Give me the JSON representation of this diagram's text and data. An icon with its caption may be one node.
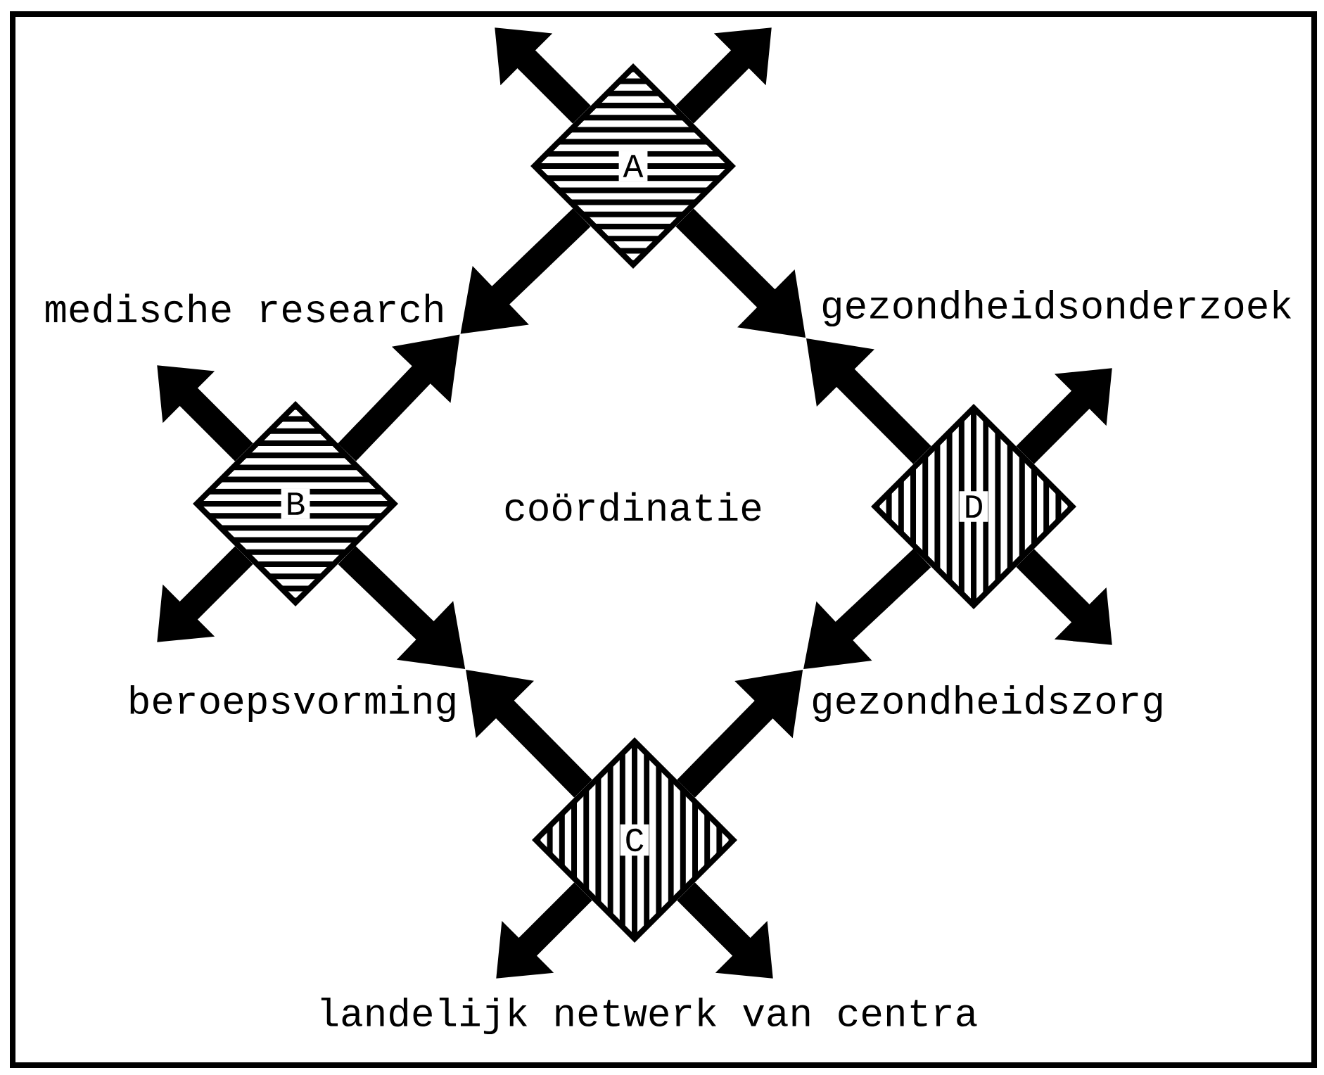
{
  "diagram": {
    "nodes": [
      {
        "text": [
          "A"
        ]
      },
      {
        "text": [
          "medische research"
        ]
      },
      {
        "text": [
          "gezondheidsonderzoek"
        ]
      },
      {
        "text": [
          "B"
        ]
      },
      {
        "text": [
          "D"
        ]
      },
      {
        "text": [
          "beroepsvorming"
        ]
      },
      {
        "text": [
          "gezondheidszorg"
        ]
      },
      {
        "text": [
          "C"
        ]
      }
    ],
    "edges": [
      {
        "from": 0,
        "to": 1,
        "arrow": "to"
      },
      {
        "from": 0,
        "to": 2,
        "arrow": "to"
      },
      {
        "from": 3,
        "to": 1,
        "arrow": "to"
      },
      {
        "from": 3,
        "to": 5,
        "arrow": "to"
      },
      {
        "from": 4,
        "to": 2,
        "arrow": "to"
      },
      {
        "from": 4,
        "to": 6,
        "arrow": "to"
      },
      {
        "from": 7,
        "to": 5,
        "arrow": "to"
      },
      {
        "from": 7,
        "to": 6,
        "arrow": "to"
      },
      {
        "from": 0,
        "to": null,
        "arrow": "to"
      },
      {
        "from": 0,
        "to": null,
        "arrow": "to"
      },
      {
        "from": 3,
        "to": null,
        "arrow": "to"
      },
      {
        "from": 3,
        "to": null,
        "arrow": "to"
      },
      {
        "from": 4,
        "to": null,
        "arrow": "to"
      },
      {
        "from": 4,
        "to": null,
        "arrow": "to"
      },
      {
        "from": 7,
        "to": null,
        "arrow": "to"
      },
      {
        "from": 7,
        "to": null,
        "arrow": "to"
      }
    ],
    "labels": [
      "coördinatie",
      "landelijk netwerk van centra"
    ]
  }
}
